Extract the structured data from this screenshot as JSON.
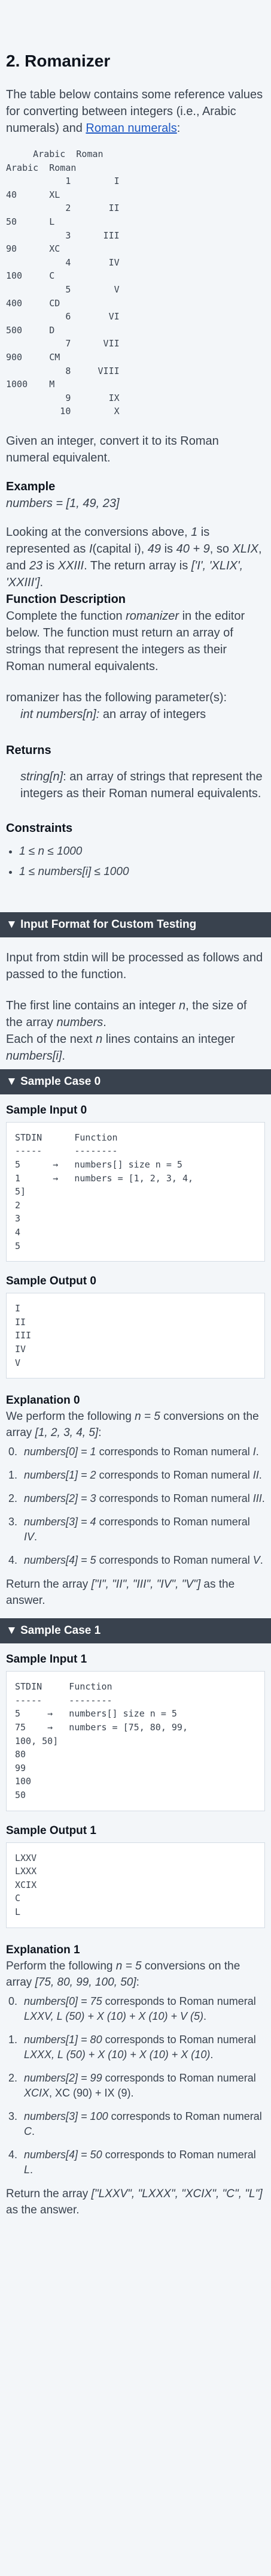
{
  "title": "2. Romanizer",
  "intro": {
    "text_before": "The table below contains some reference values for converting between integers (i.e., Arabic numerals) and ",
    "link": "Roman numerals",
    "text_after": ":"
  },
  "reference_table": {
    "text": "     Arabic  Roman\nArabic  Roman\n           1        I\n40      XL\n           2       II\n50      L\n           3      III\n90      XC\n           4       IV\n100     C\n           5        V\n400     CD\n           6       VI\n500     D\n           7      VII\n900     CM\n           8     VIII\n1000    M\n           9       IX\n          10        X"
  },
  "task": "Given an integer, convert it to its Roman numeral equivalent.",
  "example": {
    "heading": "Example",
    "input": "numbers = [1, 49, 23]",
    "explanation": {
      "p1": "Looking at the conversions above, ",
      "v1": "1",
      "p2": " is represented as ",
      "v2": "I",
      "p3": "(capital i), ",
      "v3": "49",
      "p4": " is ",
      "v4": "40 + 9",
      "p5": ", so ",
      "v5": "XLIX",
      "p6": ", and ",
      "v6": "23",
      "p7": " is ",
      "v7": "XXIII",
      "p8": ". The return array is ",
      "v8": "['I', 'XLIX', 'XXIII']",
      "p9": "."
    }
  },
  "function_description": {
    "heading": "Function Description",
    "text_before": "Complete the function ",
    "fname": "romanizer",
    "text_after": " in the editor below. The function must return an array of strings that represent the integers as their Roman numeral equivalents.",
    "params_intro": "romanizer has the following parameter(s):",
    "param_name": "int numbers[n]:",
    "param_desc": "  an array of integers"
  },
  "returns": {
    "heading": "Returns",
    "name": "string[n]",
    "desc": ": an array of strings that represent the integers as their Roman numeral equivalents."
  },
  "constraints": {
    "heading": "Constraints",
    "items": [
      "1 ≤ n ≤ 1000",
      "1 ≤ numbers[i] ≤ 1000"
    ]
  },
  "input_format": {
    "heading": "▼ Input Format for Custom Testing",
    "p1": "Input from stdin will be processed as follows and passed to the function.",
    "p2_before": "The first line contains an integer ",
    "p2_n": "n",
    "p2_after": ", the size of the array ",
    "p2_arr": "numbers",
    "p2_end": ".",
    "p3_before": "Each of the next ",
    "p3_n": "n",
    "p3_after": " lines contains an integer ",
    "p3_var": "numbers[i]",
    "p3_end": "."
  },
  "sample0": {
    "heading": "▼ Sample Case 0",
    "input_label": "Sample Input 0",
    "input_code": "STDIN      Function\n-----      --------\n5      →   numbers[] size n = 5\n1      →   numbers = [1, 2, 3, 4,\n5]\n2\n3\n4\n5",
    "output_label": "Sample Output 0",
    "output_code": "I\nII\nIII\nIV\nV",
    "explanation_label": "Explanation 0",
    "explanation_before": "We perform the following ",
    "explanation_n": "n = 5",
    "explanation_mid": " conversions on the array ",
    "explanation_arr": "[1, 2, 3, 4, 5]",
    "explanation_end": ":",
    "steps": [
      {
        "a": "numbers[0] = 1",
        "b": " corresponds to Roman numeral ",
        "c": "I",
        "d": "."
      },
      {
        "a": "numbers[1] = 2",
        "b": " corresponds to Roman numeral ",
        "c": "II",
        "d": "."
      },
      {
        "a": "numbers[2] = 3",
        "b": " corresponds to Roman numeral ",
        "c": "III",
        "d": "."
      },
      {
        "a": "numbers[3] = 4",
        "b": " corresponds to Roman numeral ",
        "c": "IV",
        "d": "."
      },
      {
        "a": "numbers[4] = 5",
        "b": " corresponds to Roman numeral ",
        "c": "V",
        "d": "."
      }
    ],
    "return_before": "Return the array ",
    "return_arr": "[\"I\", \"II\", \"III\", \"IV\", \"V\"]",
    "return_after": " as the answer."
  },
  "sample1": {
    "heading": "▼ Sample Case 1",
    "input_label": "Sample Input 1",
    "input_code": "STDIN     Function\n-----     --------\n5     →   numbers[] size n = 5\n75    →   numbers = [75, 80, 99,\n100, 50]\n80\n99\n100\n50",
    "output_label": "Sample Output 1",
    "output_code": "LXXV\nLXXX\nXCIX\nC\nL",
    "explanation_label": "Explanation 1",
    "explanation_before": "Perform the following ",
    "explanation_n": "n = 5",
    "explanation_mid": " conversions on the array ",
    "explanation_arr": "[75, 80, 99, 100, 50]",
    "explanation_end": ":",
    "steps": [
      {
        "a": "numbers[0] = 75",
        "b": " corresponds to Roman numeral ",
        "c": "LXXV, L (50) + X (10) + X (10) + V (5)",
        "d": "."
      },
      {
        "a": "numbers[1] = 80",
        "b": " corresponds to Roman numeral ",
        "c": "LXXX, L (50) + X (10) + X (10) + X (10)",
        "d": "."
      },
      {
        "a": "numbers[2] = 99",
        "b": " corresponds to Roman numeral ",
        "c": "XCIX",
        "d": ", XC (90) + IX (9)."
      },
      {
        "a": "numbers[3] = 100",
        "b": " corresponds to Roman numeral ",
        "c": "C",
        "d": "."
      },
      {
        "a": "numbers[4] = 50",
        "b": " corresponds to Roman numeral ",
        "c": "L",
        "d": "."
      }
    ],
    "return_before": "Return the array ",
    "return_arr": "[\"LXXV\", \"LXXX\", \"XCIX\", \"C\", \"L\"]",
    "return_after": " as the answer."
  }
}
